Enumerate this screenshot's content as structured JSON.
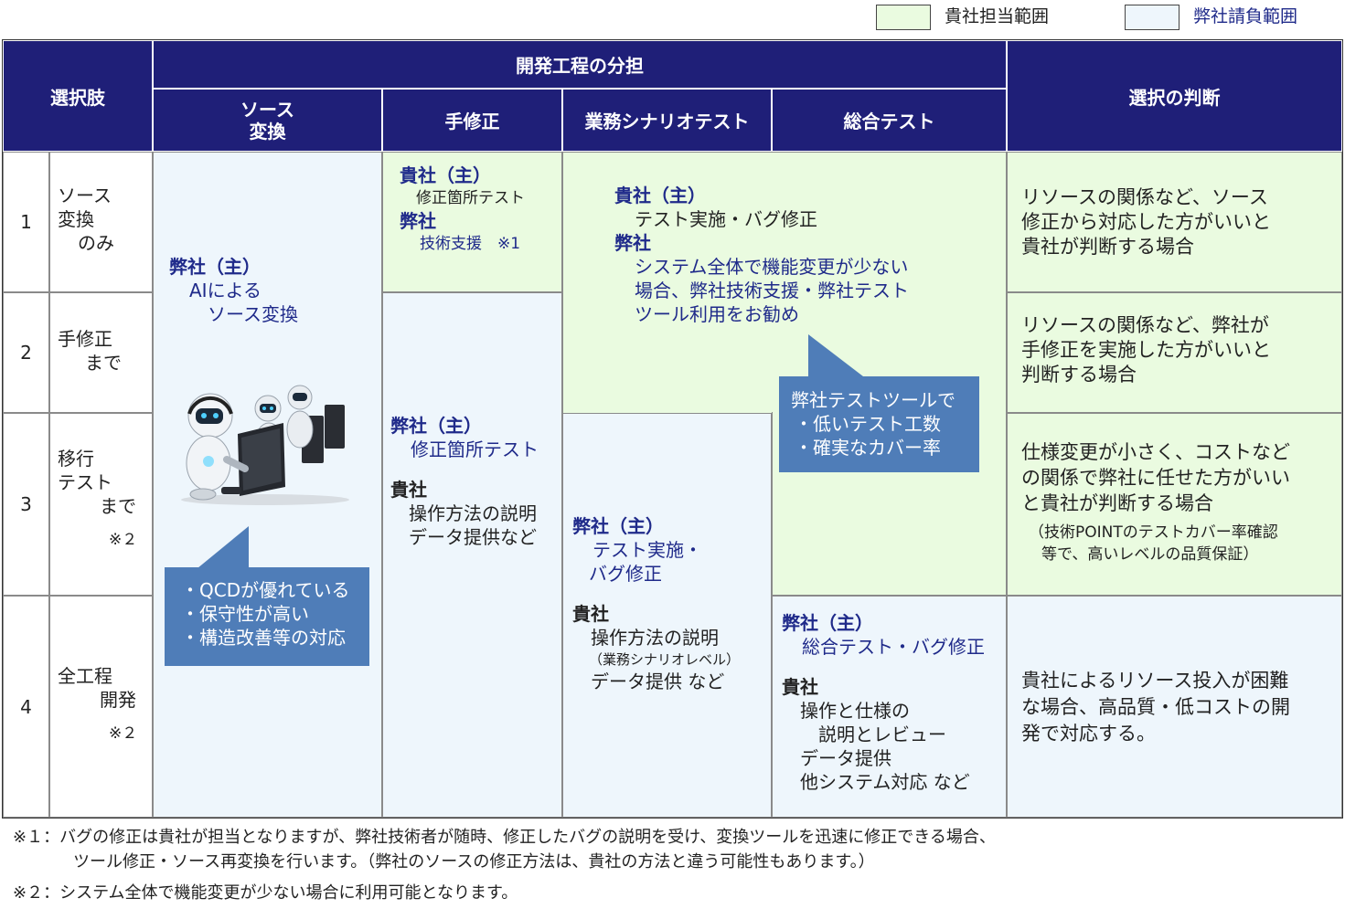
{
  "legend": {
    "kisha_label": "貴社担当範囲",
    "heisha_label": "弊社請負範囲",
    "kisha_color": "#eafbe0",
    "heisha_color": "#eef6fc"
  },
  "header": {
    "options": "選択肢",
    "process": "開発工程の分担",
    "source_conv": [
      "ソース",
      "変換"
    ],
    "manual_fix": "手修正",
    "scenario_test": "業務シナリオテスト",
    "integration_test": "総合テスト",
    "judgment": "選択の判断"
  },
  "rows": [
    {
      "num": "1",
      "label": [
        "ソース",
        "変換",
        "のみ"
      ],
      "note": ""
    },
    {
      "num": "2",
      "label": [
        "手修正",
        "まで"
      ],
      "note": ""
    },
    {
      "num": "3",
      "label": [
        "移行",
        "テスト",
        "まで"
      ],
      "note": "※２"
    },
    {
      "num": "4",
      "label": [
        "全工程",
        "開発"
      ],
      "note": "※２"
    }
  ],
  "source_col": {
    "title": "弊社（主）",
    "lines": [
      "AIによる",
      "ソース変換"
    ],
    "callout": [
      "・QCDが優れている",
      "・保守性が高い",
      "・構造改善等の対応"
    ],
    "illustration": "ai-robots-at-computers"
  },
  "manual_row1": {
    "kisha_title": "貴社（主）",
    "kisha_line": "修正箇所テスト",
    "heisha_title": "弊社",
    "heisha_line": "技術支援　※1"
  },
  "manual_rest": {
    "heisha_title": "弊社（主）",
    "heisha_line": "修正箇所テスト",
    "kisha_title": "貴社",
    "kisha_lines": [
      "操作方法の説明",
      "データ提供など"
    ]
  },
  "scenario_upper": {
    "kisha_title": "貴社（主）",
    "kisha_line": "テスト実施・バグ修正",
    "heisha_title": "弊社",
    "heisha_lines": [
      "システム全体で機能変更が少ない",
      "場合、弊社技術支援・弊社テスト",
      "ツール利用をお勧め"
    ],
    "callout": [
      "弊社テストツールで",
      "・低いテスト工数",
      "・確実なカバー率"
    ]
  },
  "scenario_lower": {
    "heisha_title": "弊社（主）",
    "heisha_lines": [
      "テスト実施・",
      "バグ修正"
    ],
    "kisha_title": "貴社",
    "kisha_line1": "操作方法の説明",
    "kisha_small": "（業務シナリオレベル）",
    "kisha_line2": "データ提供 など"
  },
  "integration_lower": {
    "heisha_title": "弊社（主）",
    "heisha_line": "総合テスト・バグ修正",
    "kisha_title": "貴社",
    "kisha_lines": [
      "操作と仕様の",
      "説明とレビュー",
      "データ提供",
      "他システム対応 など"
    ]
  },
  "judgments": [
    {
      "lines": [
        "リソースの関係など、ソース",
        "修正から対応した方がいいと",
        "貴社が判断する場合"
      ]
    },
    {
      "lines": [
        "リソースの関係など、弊社が",
        "手修正を実施した方がいいと",
        "判断する場合"
      ]
    },
    {
      "lines": [
        "仕様変更が小さく、コストなど",
        "の関係で弊社に任せた方がいい",
        "と貴社が判断する場合"
      ],
      "sub": [
        "（技術POINTのテストカバー率確認",
        "等で、高いレベルの品質保証）"
      ]
    },
    {
      "lines": [
        "貴社によるリソース投入が困難",
        "な場合、高品質・低コストの開",
        "発で対応する。"
      ]
    }
  ],
  "footnotes": {
    "note1_line1": "※１：バグの修正は貴社が担当となりますが、弊社技術者が随時、修正したバグの説明を受け、変換ツールを迅速に修正できる場合、",
    "note1_line2": "ツール修正・ソース再変換を行います。（弊社のソースの修正方法は、貴社の方法と違う可能性もあります。）",
    "note2": "※２：システム全体で機能変更が少ない場合に利用可能となります。"
  }
}
